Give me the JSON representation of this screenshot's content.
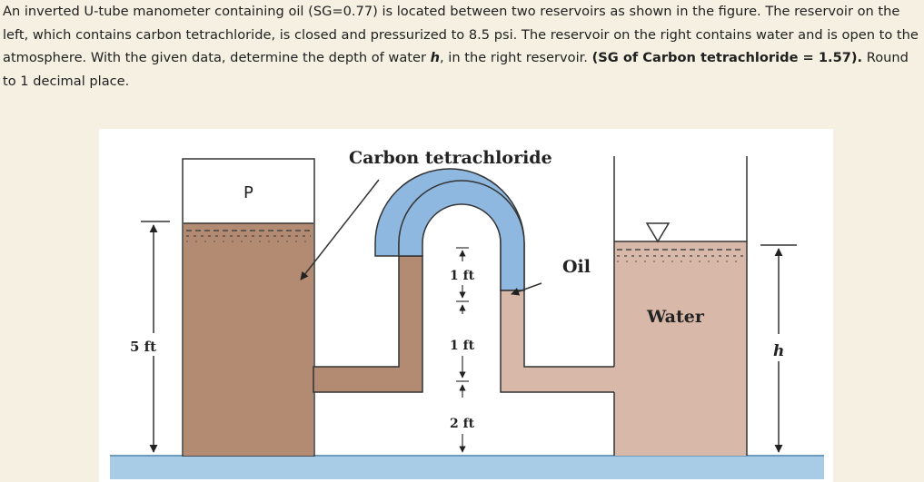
{
  "question": {
    "p1": "An inverted U-tube manometer containing oil (SG=0.77) is located between two reservoirs as shown in the figure. The reservoir on the left, which contains carbon tetrachloride, is closed and pressurized to 8.5 psi. The reservoir on the right contains water and is open to the atmosphere. With the given data, determine the depth of water ",
    "var_h": "h",
    "p2": ", in the right reservoir. ",
    "bold": "(SG of Carbon tetrachloride = 1.57).",
    "p3": " Round to 1 decimal place."
  },
  "figure": {
    "label_carbon": "Carbon tetrachloride",
    "label_p": "P",
    "label_oil": "Oil",
    "label_water": "Water",
    "label_5ft": "5 ft",
    "label_h": "h",
    "dim_1ft_upper": "1 ft",
    "dim_1ft_lower": "1 ft",
    "dim_2ft": "2 ft",
    "colors": {
      "carbon_tet": "#b38a72",
      "water": "#d8b8a8",
      "oil": "#8fb8e0",
      "ground": "#a8cce6"
    }
  }
}
